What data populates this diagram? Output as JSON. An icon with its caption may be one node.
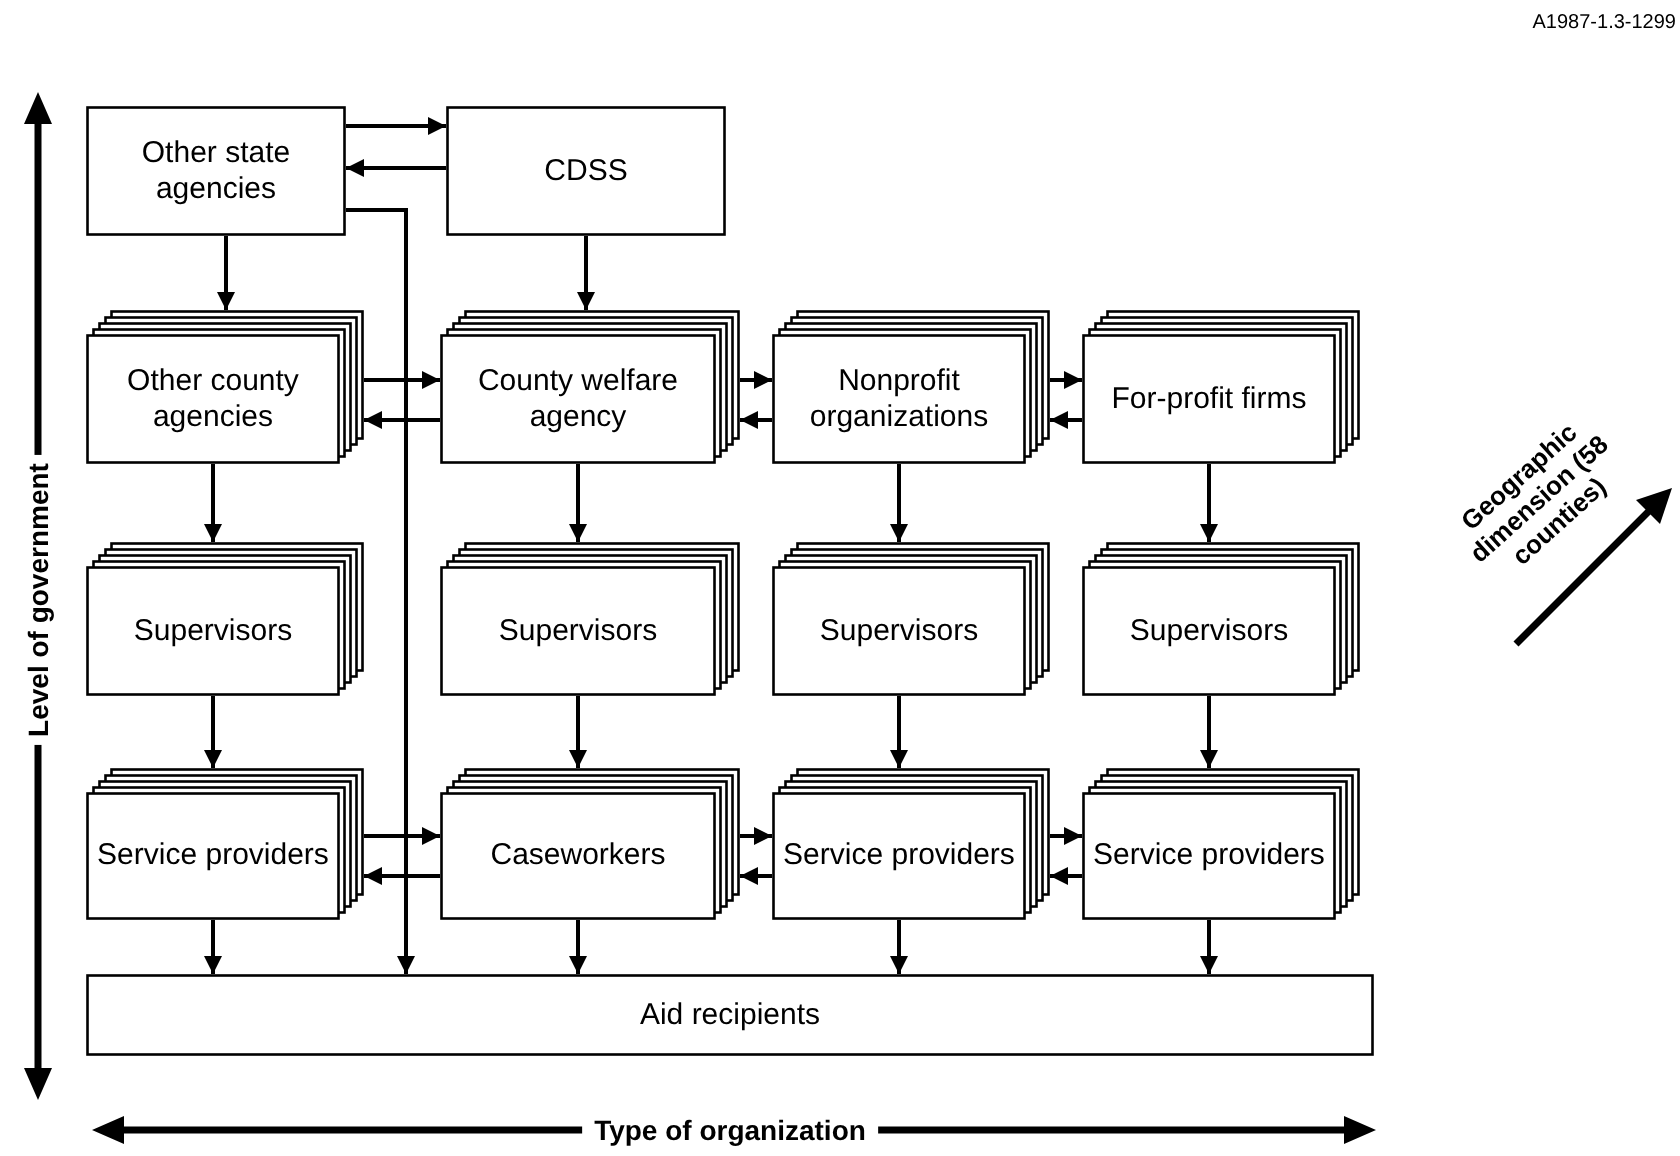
{
  "diagram": {
    "nodes": [
      {
        "text": [
          "Other state agencies"
        ]
      },
      {
        "text": [
          "CDSS"
        ]
      },
      {
        "text": [
          "Other county agencies"
        ]
      },
      {
        "text": [
          "County welfare agency"
        ]
      },
      {
        "text": [
          "Nonprofit organizations"
        ]
      },
      {
        "text": [
          "For-profit firms"
        ]
      },
      {
        "text": [
          "Supervisors"
        ]
      },
      {
        "text": [
          "Supervisors"
        ]
      },
      {
        "text": [
          "Supervisors"
        ]
      },
      {
        "text": [
          "Supervisors"
        ]
      },
      {
        "text": [
          "Service providers"
        ]
      },
      {
        "text": [
          "Caseworkers"
        ]
      },
      {
        "text": [
          "Service providers"
        ]
      },
      {
        "text": [
          "Service providers"
        ]
      },
      {
        "text": [
          "Aid recipients"
        ]
      }
    ],
    "edges": [
      {
        "from": 0,
        "to": 1,
        "arrow": "to"
      },
      {
        "from": 1,
        "to": 0,
        "arrow": "to"
      },
      {
        "from": 0,
        "to": 2,
        "arrow": "to"
      },
      {
        "from": 1,
        "to": 3,
        "arrow": "to"
      },
      {
        "from": 0,
        "to": 14,
        "arrow": "to"
      },
      {
        "from": 2,
        "to": 3,
        "arrow": "to"
      },
      {
        "from": 3,
        "to": 2,
        "arrow": "to"
      },
      {
        "from": 3,
        "to": 4,
        "arrow": "to"
      },
      {
        "from": 4,
        "to": 3,
        "arrow": "to"
      },
      {
        "from": 4,
        "to": 5,
        "arrow": "to"
      },
      {
        "from": 5,
        "to": 4,
        "arrow": "to"
      },
      {
        "from": 2,
        "to": 6,
        "arrow": "to"
      },
      {
        "from": 3,
        "to": 7,
        "arrow": "to"
      },
      {
        "from": 4,
        "to": 8,
        "arrow": "to"
      },
      {
        "from": 5,
        "to": 9,
        "arrow": "to"
      },
      {
        "from": 6,
        "to": 10,
        "arrow": "to"
      },
      {
        "from": 7,
        "to": 11,
        "arrow": "to"
      },
      {
        "from": 8,
        "to": 12,
        "arrow": "to"
      },
      {
        "from": 9,
        "to": 13,
        "arrow": "to"
      },
      {
        "from": 10,
        "to": 11,
        "arrow": "to"
      },
      {
        "from": 11,
        "to": 10,
        "arrow": "to"
      },
      {
        "from": 11,
        "to": 12,
        "arrow": "to"
      },
      {
        "from": 12,
        "to": 11,
        "arrow": "to"
      },
      {
        "from": 12,
        "to": 13,
        "arrow": "to"
      },
      {
        "from": 13,
        "to": 12,
        "arrow": "to"
      },
      {
        "from": 10,
        "to": 14,
        "arrow": "to"
      },
      {
        "from": 11,
        "to": 14,
        "arrow": "to"
      },
      {
        "from": 12,
        "to": 14,
        "arrow": "to"
      },
      {
        "from": 13,
        "to": 14,
        "arrow": "to"
      }
    ],
    "labels": [
      "A1987-1.3-1299",
      "Level of government",
      "Geographic dimension (58 counties)",
      "Type of organization"
    ]
  }
}
